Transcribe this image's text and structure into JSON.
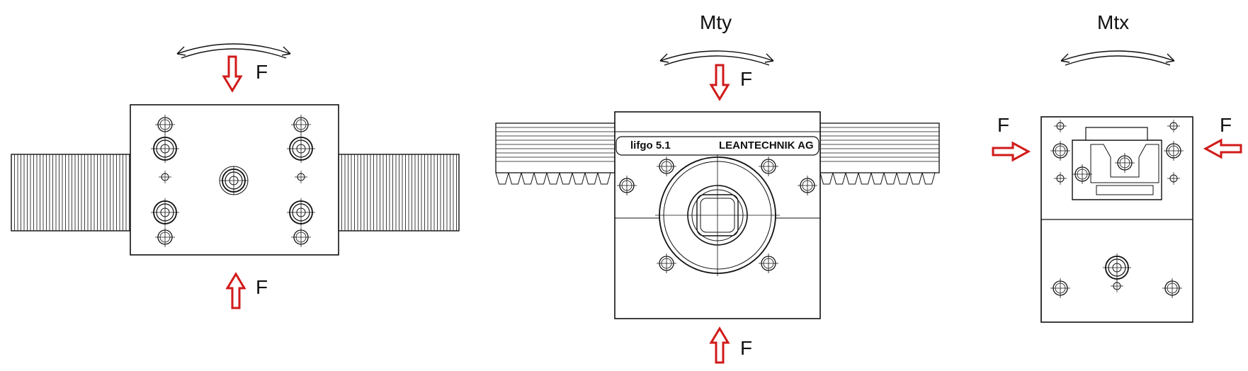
{
  "labels": {
    "force": "F",
    "moment_y": "Mty",
    "moment_x": "Mtx"
  },
  "housing_plate": {
    "model": "lifgo 5.1",
    "brand": "LEANTECHNIK AG"
  },
  "colors": {
    "force_arrow": "#d11a1a",
    "line": "#111111",
    "background": "#ffffff"
  }
}
